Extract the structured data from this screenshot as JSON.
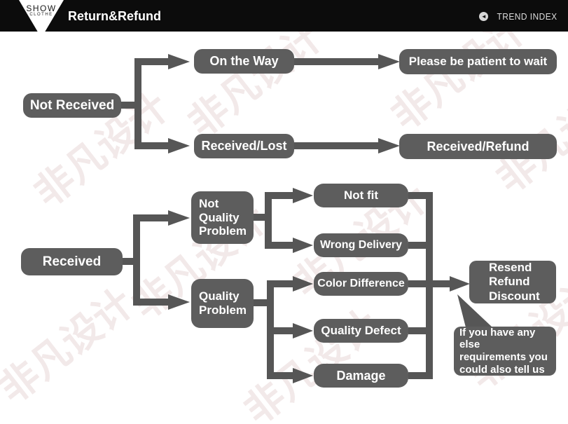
{
  "header": {
    "logo_line1": "SHOW",
    "logo_line2": "CLOTHE",
    "title": "Return&Refund",
    "trend_label": "TREND INDEX",
    "trend_icon_glyph": "◄"
  },
  "watermark_text": "非凡设计",
  "colors": {
    "header_bg": "#0c0c0c",
    "node_gray": "#5d5d5d",
    "arrow_gray": "#565656",
    "text_white": "#ffffff",
    "watermark": "#f2e9e9"
  },
  "flow_not_received": {
    "root": "Not Received",
    "on_the_way": "On the Way",
    "on_the_way_result": "Please be patient to wait",
    "received_lost": "Received/Lost",
    "received_lost_result": "Received/Refund"
  },
  "flow_received": {
    "root": "Received",
    "not_quality_problem": "Not\nQuality\nProblem",
    "quality_problem": "Quality\nProblem",
    "not_fit": "Not fit",
    "wrong_delivery": "Wrong Delivery",
    "color_difference": "Color Difference",
    "quality_defect": "Quality Defect",
    "damage": "Damage",
    "result": "Resend\nRefund\nDiscount",
    "note": "If you have any else\nrequirements you\ncould also tell us"
  }
}
